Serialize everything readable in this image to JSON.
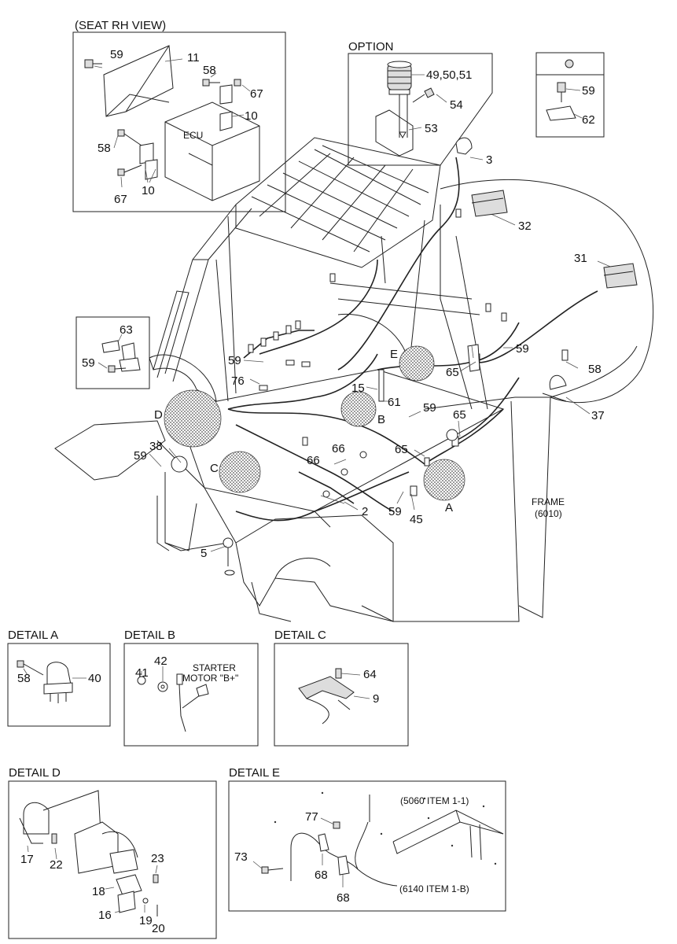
{
  "titles": {
    "seat_view": "(SEAT RH VIEW)",
    "option": "OPTION",
    "detail_a": "DETAIL A",
    "detail_b": "DETAIL B",
    "detail_c": "DETAIL C",
    "detail_d": "DETAIL D",
    "detail_e": "DETAIL E"
  },
  "labels": {
    "ecu": "ECU",
    "starter_1": "STARTER",
    "starter_2": "MOTOR \"B+\"",
    "frame_1": "FRAME",
    "frame_2": "(6010)",
    "ref_5060": "(5060 ITEM 1-1)",
    "ref_6140": "(6140 ITEM 1-B)"
  },
  "seat_view_parts": [
    "59",
    "11",
    "58",
    "67",
    "10",
    "58",
    "10",
    "67"
  ],
  "option_parts": [
    "49,50,51",
    "54",
    "53"
  ],
  "inset_top_right_parts": [
    "59",
    "62"
  ],
  "inset_left_parts": [
    "63",
    "59"
  ],
  "main_parts": [
    "3",
    "32",
    "31",
    "59",
    "58",
    "37",
    "65",
    "65",
    "65",
    "59",
    "15",
    "61",
    "59",
    "76",
    "66",
    "66",
    "2",
    "59",
    "45",
    "38",
    "59",
    "5"
  ],
  "detail_letters": [
    "A",
    "B",
    "C",
    "D",
    "E"
  ],
  "detail_a_parts": [
    "40",
    "58"
  ],
  "detail_b_parts": [
    "41",
    "42"
  ],
  "detail_c_parts": [
    "64",
    "9"
  ],
  "detail_d_parts": [
    "17",
    "22",
    "23",
    "18",
    "16",
    "19",
    "20"
  ],
  "detail_e_parts": [
    "77",
    "73",
    "68",
    "68"
  ]
}
